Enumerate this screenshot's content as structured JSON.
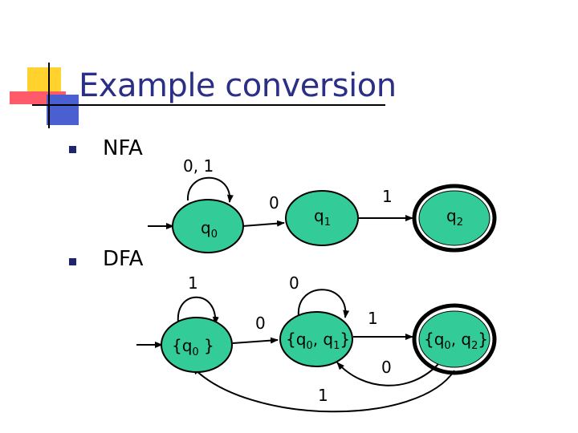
{
  "slide": {
    "title": "Example conversion",
    "bullets": [
      {
        "label": "NFA"
      },
      {
        "label": "DFA"
      }
    ]
  },
  "colors": {
    "state_fill": "#33cc99",
    "title_text": "#2b2f86",
    "bullet": "#1f2370",
    "deco_yellow": "#ffd22e",
    "deco_red": "#ff5a6a",
    "deco_blue": "#4a5fd0"
  },
  "nfa": {
    "states": [
      {
        "id": "q0",
        "base": "q",
        "sub": "0"
      },
      {
        "id": "q1",
        "base": "q",
        "sub": "1"
      },
      {
        "id": "q2",
        "base": "q",
        "sub": "2",
        "accepting": true
      }
    ],
    "edges": [
      {
        "id": "q0-loop",
        "label": "0, 1"
      },
      {
        "id": "q0-q1",
        "label": "0"
      },
      {
        "id": "q1-q2",
        "label": "1"
      }
    ]
  },
  "dfa": {
    "states": [
      {
        "id": "d0",
        "parts": [
          {
            "t": "{q"
          },
          {
            "s": "0"
          },
          {
            "t": " }"
          }
        ]
      },
      {
        "id": "d1",
        "parts": [
          {
            "t": "{q"
          },
          {
            "s": "0"
          },
          {
            "t": ", q"
          },
          {
            "s": "1"
          },
          {
            "t": "}"
          }
        ]
      },
      {
        "id": "d2",
        "parts": [
          {
            "t": "{q"
          },
          {
            "s": "0"
          },
          {
            "t": ", q"
          },
          {
            "s": "2"
          },
          {
            "t": "}"
          }
        ],
        "accepting": true
      }
    ],
    "edges": [
      {
        "id": "d0-loop",
        "label": "1"
      },
      {
        "id": "d0-d1",
        "label": "0"
      },
      {
        "id": "d1-loop",
        "label": "0"
      },
      {
        "id": "d1-d2",
        "label": "1"
      },
      {
        "id": "d2-d1",
        "label": "0"
      },
      {
        "id": "d2-d0",
        "label": "1"
      }
    ]
  }
}
